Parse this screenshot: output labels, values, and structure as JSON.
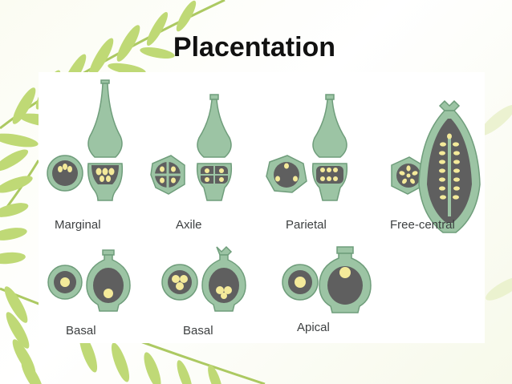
{
  "title": "Placentation",
  "labels": {
    "marginal": "Marginal",
    "axile": "Axile",
    "parietal": "Parietal",
    "free_central": "Free-central",
    "basal_1": "Basal",
    "basal_2": "Basal",
    "apical": "Apical"
  },
  "colors": {
    "ovary_green": "#9cc4a4",
    "outline": "#6f9d7b",
    "cavity": "#5f5f5f",
    "ovule": "#f4ea9a",
    "fern": "#b7d36a"
  }
}
